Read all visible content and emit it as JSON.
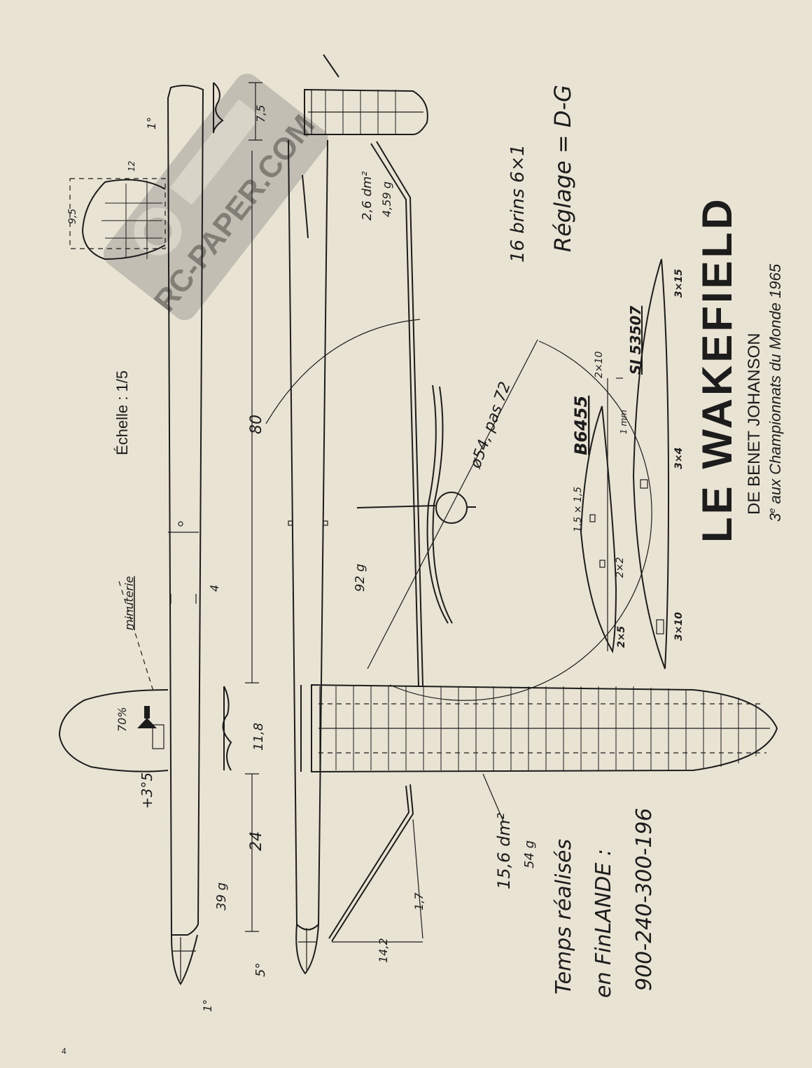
{
  "title": "LE WAKEFIELD",
  "author": "DE BENET JOHANSON",
  "subtitle_ordinal": "3",
  "subtitle_sup": "e",
  "subtitle_rest": " aux Championnats du Monde 1965",
  "scale": "Échelle : 1/5",
  "motor": "16 brins 6×1",
  "adjustment": "Réglage = D-G",
  "times": [
    "Temps réalisés",
    "en FinLANDE :",
    "900-240-300-196"
  ],
  "page_number": "4",
  "watermark": "RC-PAPER.COM",
  "dims": {
    "length": "80",
    "front": "24",
    "wing_chord": "11,8",
    "stab_chord": "7,5",
    "fuselage_depth": "4",
    "fin_height": "9,5",
    "fin_offset": "12",
    "dihedral_1": "1,7",
    "dihedral_2": "14,2",
    "percent": "70%",
    "incidence_plus": "+3°5",
    "angle_5": "5°",
    "angle_1_bottom": "1°",
    "angle_1_top": "1°",
    "weight_fuselage": "39 g",
    "weight_mid": "92 g",
    "wing_area": "15,6 dm²",
    "wing_weight": "54 g",
    "stab_area": "2,6 dm²",
    "stab_weight": "4,59 g",
    "propeller": "ø54, pas 72",
    "minuterie": "minuterie"
  },
  "profiles": {
    "stab_profile": "B6455",
    "wing_profile": "SI 53507",
    "spar_1": "1,5 × 1,5",
    "spar_2": "2×2",
    "spar_3": "2×5",
    "spar_4": "1 mm",
    "spar_5": "2×10",
    "spar_6": "3×4",
    "spar_7": "3×10",
    "spar_8": "3×15"
  }
}
